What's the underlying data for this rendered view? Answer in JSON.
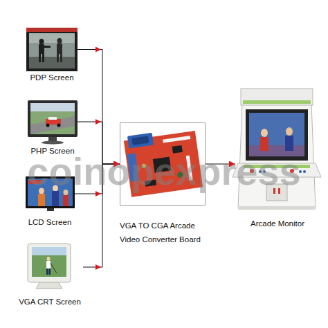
{
  "diagram": {
    "nodes": [
      {
        "text": [
          "PDP Screen"
        ]
      },
      {
        "text": [
          "PHP Screen"
        ]
      },
      {
        "text": [
          "LCD Screen"
        ]
      },
      {
        "text": [
          "VGA CRT Screen"
        ]
      },
      {
        "text": [
          "VGA TO CGA Arcade Video Converter Board"
        ]
      },
      {
        "text": [
          "Arcade Monitor"
        ]
      }
    ],
    "edges": [
      {
        "from": 0,
        "to": 4,
        "arrow": "to"
      },
      {
        "from": 1,
        "to": 4,
        "arrow": "to"
      },
      {
        "from": 2,
        "to": 4,
        "arrow": "to"
      },
      {
        "from": 3,
        "to": 4,
        "arrow": "to"
      },
      {
        "from": 4,
        "to": 5,
        "arrow": "to"
      }
    ],
    "labels": [
      "coinopexpress"
    ]
  }
}
